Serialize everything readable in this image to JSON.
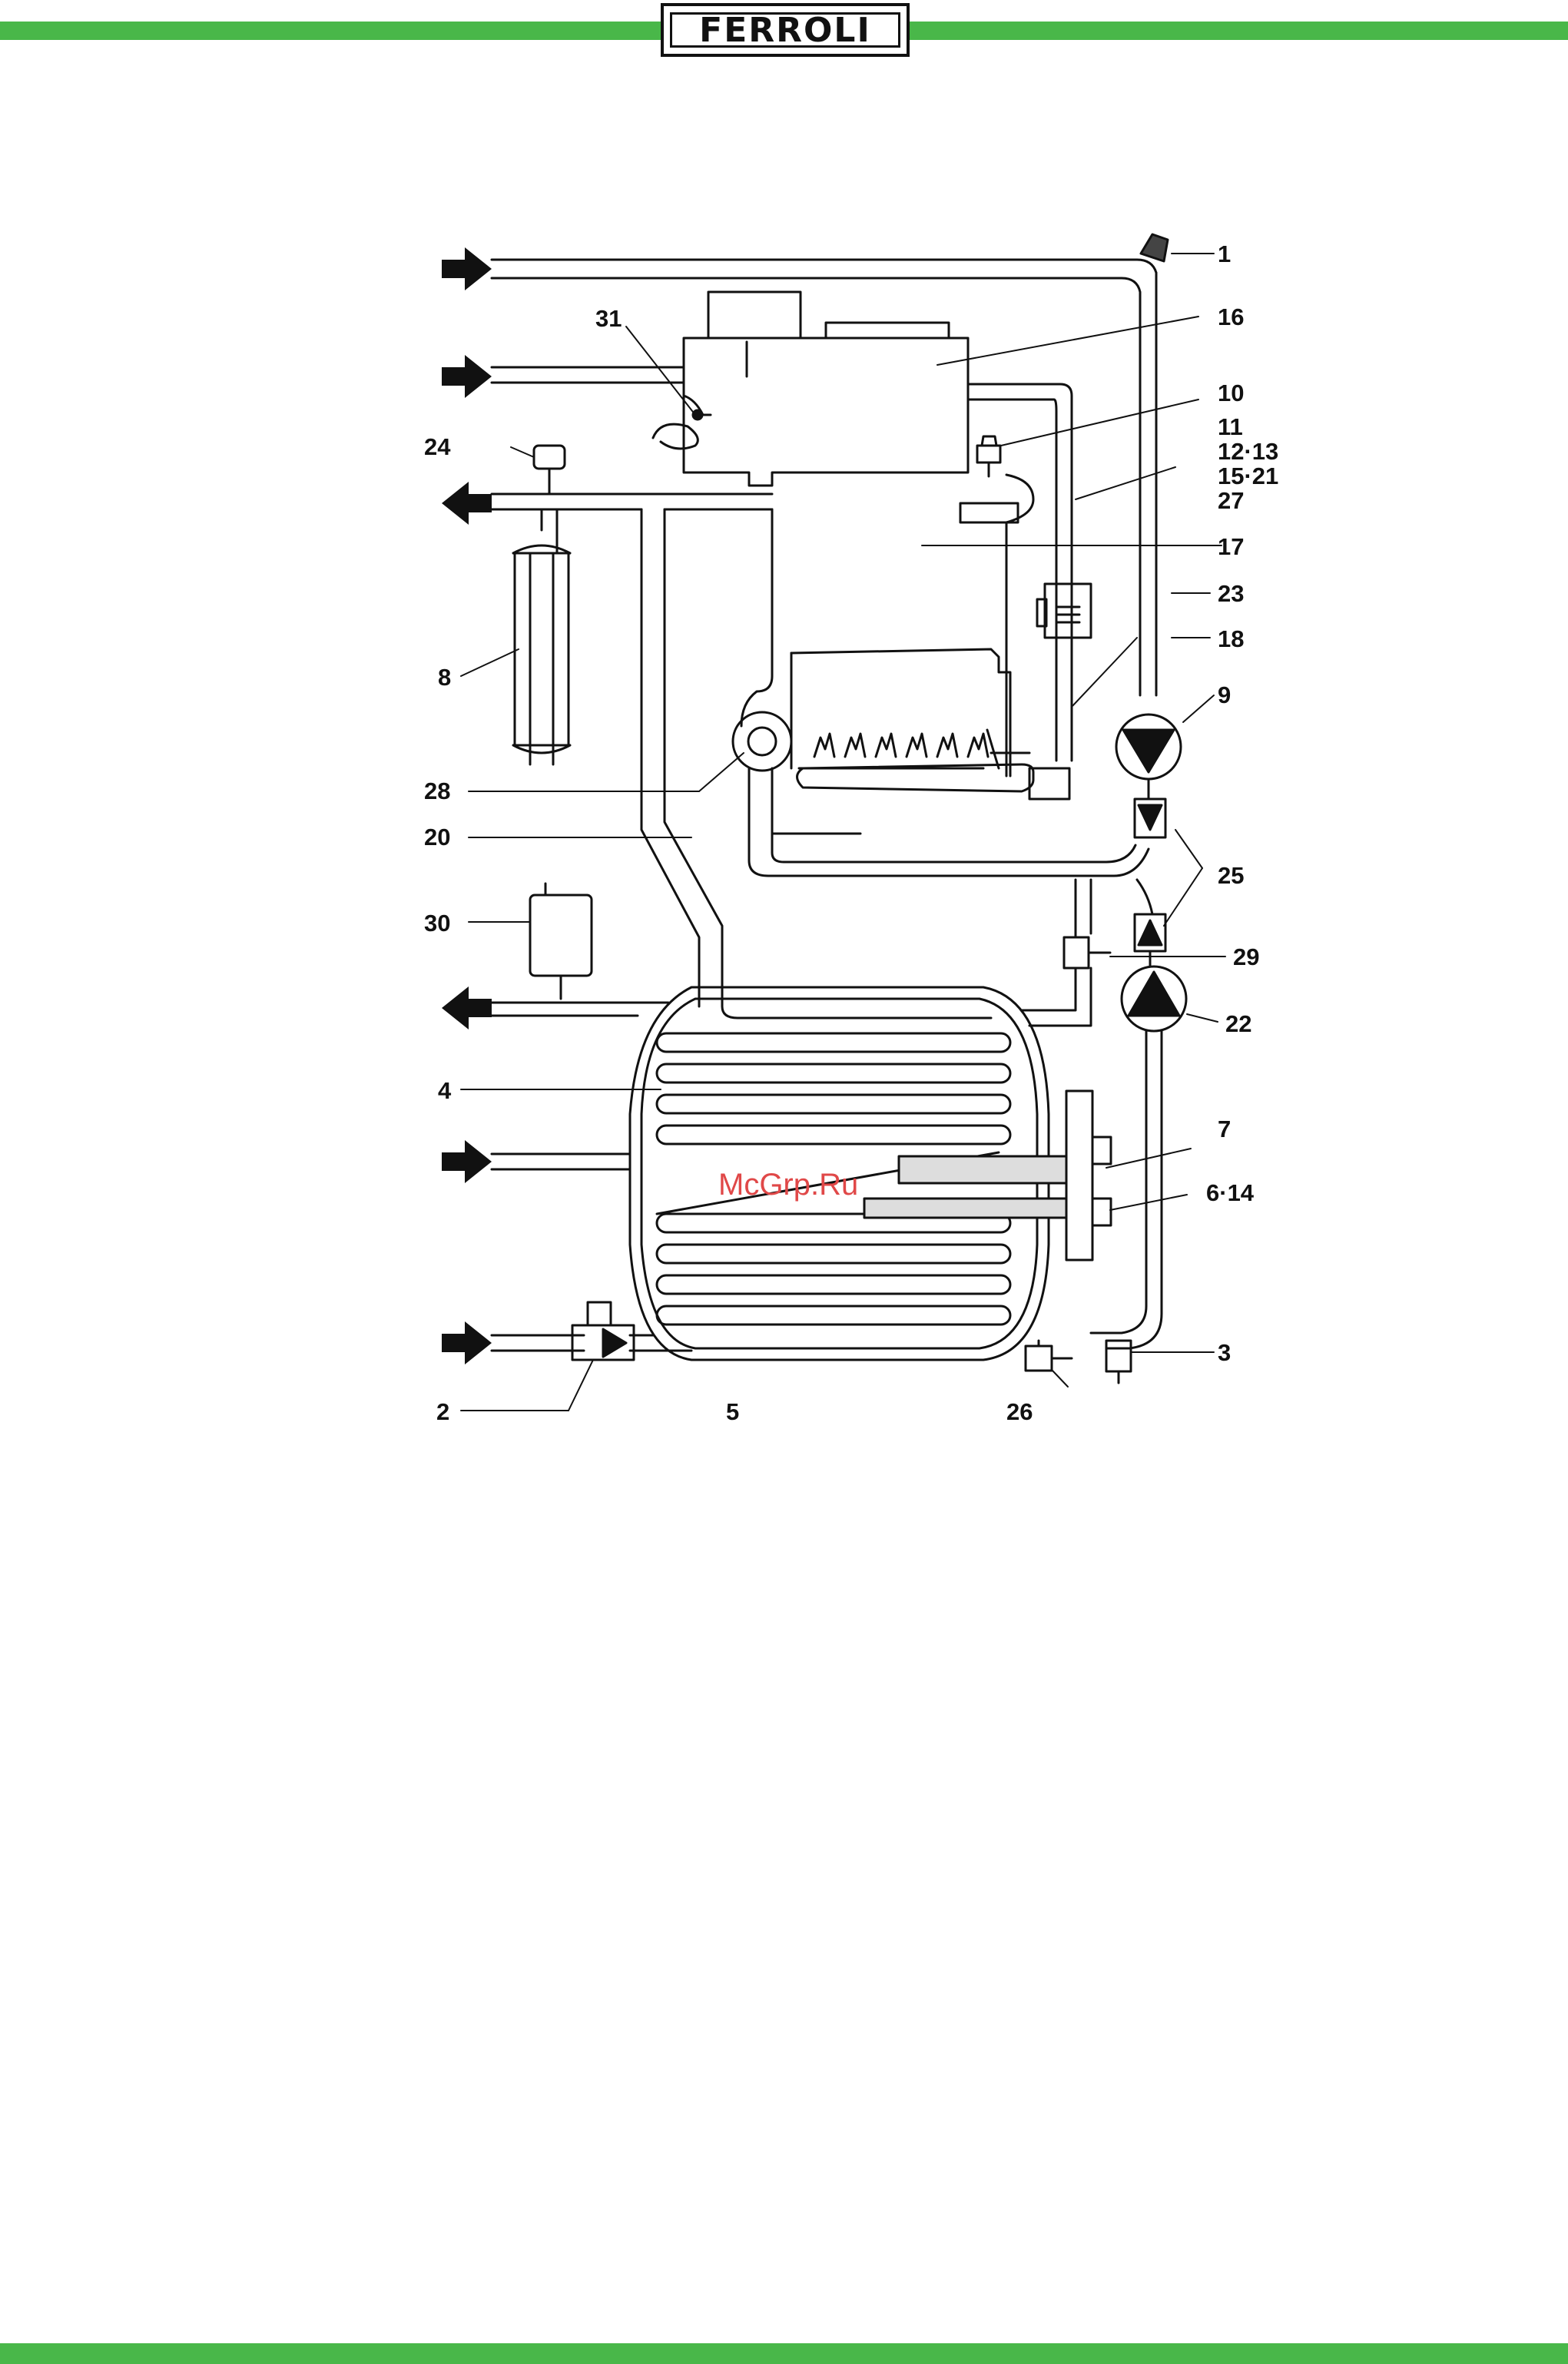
{
  "header": {
    "brand": "FERROLI",
    "accent_color": "#49b749"
  },
  "watermark": "McGrp.Ru",
  "callouts": {
    "c1": "1",
    "c16": "16",
    "c31": "31",
    "c10": "10",
    "c11": "11",
    "c12_13": "12·13",
    "c15_21": "15·21",
    "c27": "27",
    "c24": "24",
    "c17": "17",
    "c23": "23",
    "c18": "18",
    "c8": "8",
    "c9": "9",
    "c28": "28",
    "c20": "20",
    "c25": "25",
    "c30": "30",
    "c29": "29",
    "c22": "22",
    "c4": "4",
    "c7": "7",
    "c6_14": "6·14",
    "c3": "3",
    "c2": "2",
    "c5": "5",
    "c26": "26"
  }
}
